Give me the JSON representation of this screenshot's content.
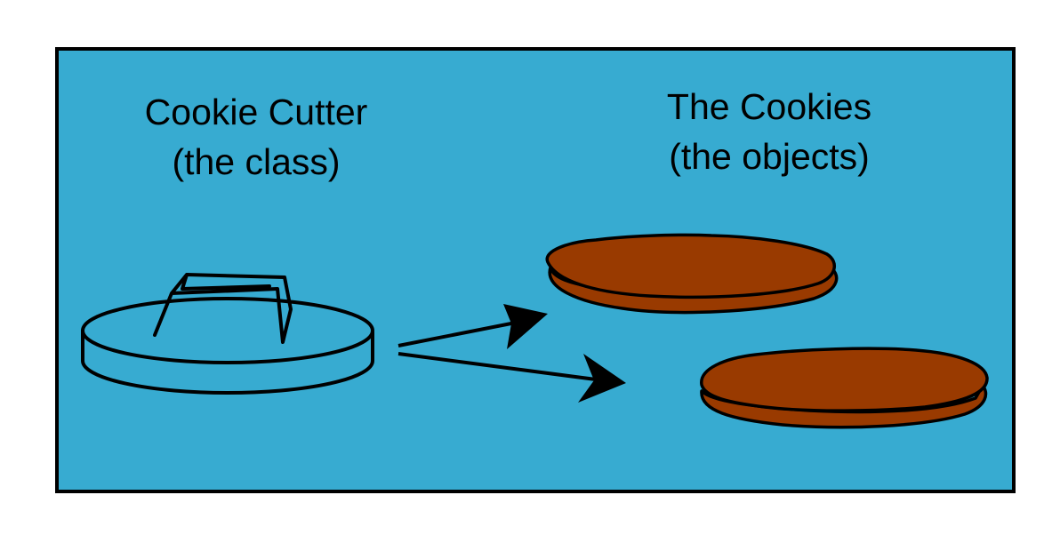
{
  "colors": {
    "background": "#37abd1",
    "cookie": "#993a00",
    "outline": "#000000",
    "cutter": "#37abd1"
  },
  "cutter": {
    "title": "Cookie Cutter",
    "subtitle": "(the class)"
  },
  "cookies": {
    "title": "The Cookies",
    "subtitle": "(the objects)"
  }
}
